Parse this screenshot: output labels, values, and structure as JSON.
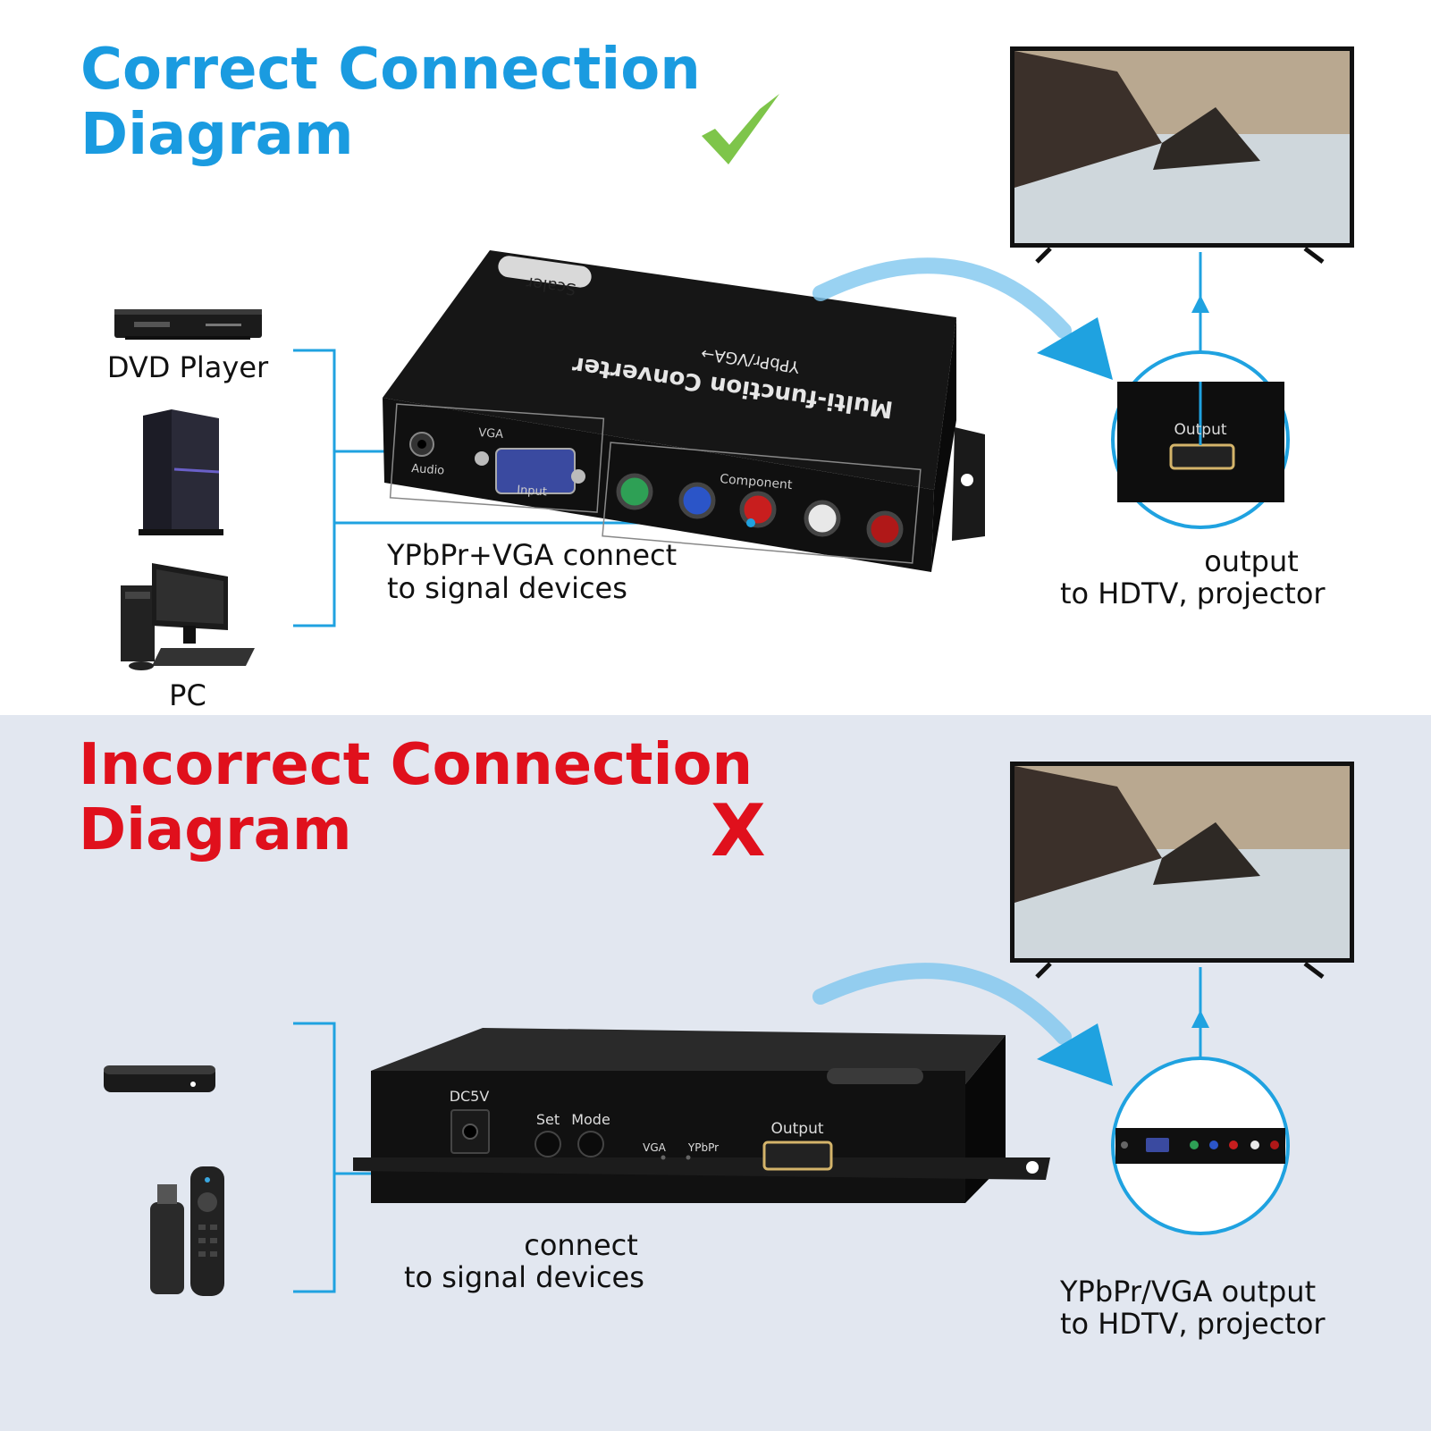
{
  "top": {
    "title_line1": "Correct Connection",
    "title_line2": "Diagram",
    "device_labels": {
      "dvd": "DVD Player",
      "pc": "PC"
    },
    "connect_text_line1": "YPbPr+VGA connect",
    "connect_text_line2": "to signal devices",
    "output_text_line1": "output",
    "output_text_line2": "to HDTV, projector",
    "converter": {
      "brand_badge": "Scaler",
      "title": "Multi-function Converter",
      "subtitle": "YPbPr/VGA→",
      "port_labels": {
        "vga": "VGA",
        "audio": "Audio",
        "input": "Input",
        "component": "Component"
      }
    },
    "callout_label": "Output"
  },
  "bottom": {
    "title_line1": "Incorrect Connection",
    "title_line2": "Diagram",
    "x_mark": "X",
    "connect_text_line1": "connect",
    "connect_text_line2": "to signal devices",
    "output_text_line1": "YPbPr/VGA output",
    "output_text_line2": "to HDTV, projector",
    "converter": {
      "dc": "DC5V",
      "set": "Set",
      "mode": "Mode",
      "vga_led": "VGA",
      "ypbpr_led": "YPbPr",
      "output": "Output"
    }
  },
  "colors": {
    "correct_blue": "#1a9be0",
    "incorrect_red": "#e0101c",
    "check_green": "#7ec54a",
    "line_blue": "#1fa2e0",
    "bottom_bg": "#e2e7f0"
  }
}
